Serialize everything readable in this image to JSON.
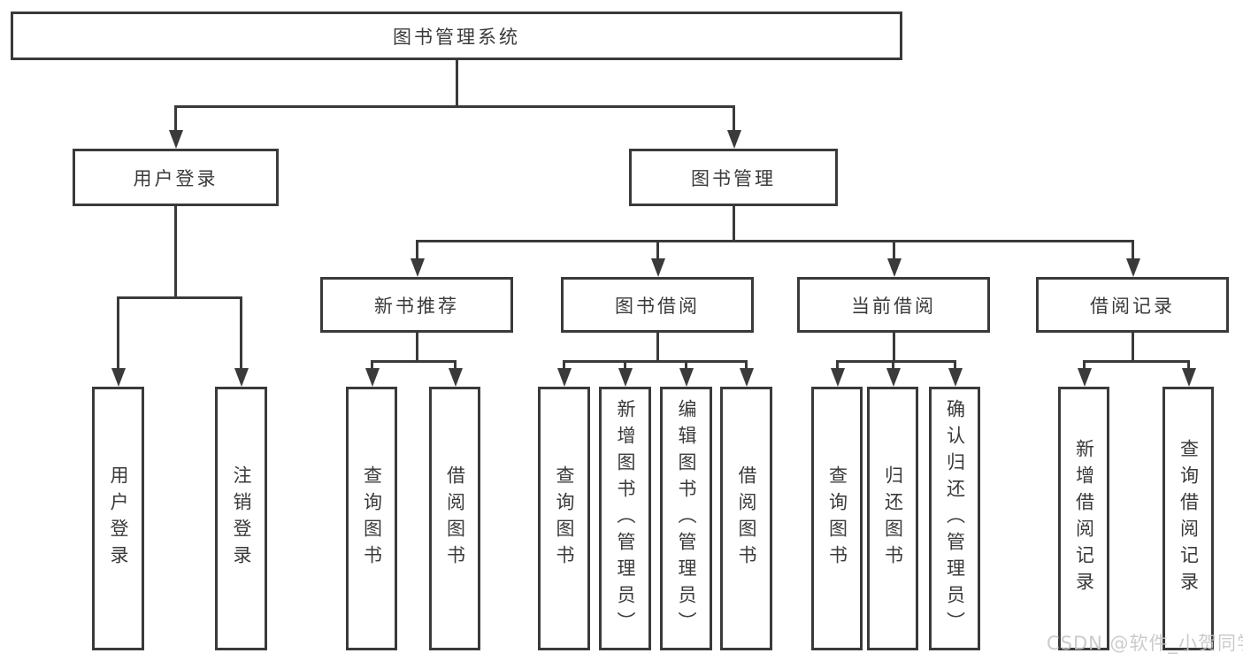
{
  "tree": {
    "label": "图书管理系统",
    "children": [
      {
        "label": "用户登录",
        "children": [
          {
            "label": "用户登录"
          },
          {
            "label": "注销登录"
          }
        ]
      },
      {
        "label": "图书管理",
        "children": [
          {
            "label": "新书推荐",
            "children": [
              {
                "label": "查询图书"
              },
              {
                "label": "借阅图书"
              }
            ]
          },
          {
            "label": "图书借阅",
            "children": [
              {
                "label": "查询图书"
              },
              {
                "label": "新增图书（管理员）"
              },
              {
                "label": "编辑图书（管理员）"
              },
              {
                "label": "借阅图书"
              }
            ]
          },
          {
            "label": "当前借阅",
            "children": [
              {
                "label": "查询图书"
              },
              {
                "label": "归还图书"
              },
              {
                "label": "确认归还（管理员）"
              }
            ]
          },
          {
            "label": "借阅记录",
            "children": [
              {
                "label": "新增借阅记录"
              },
              {
                "label": "查询借阅记录"
              }
            ]
          }
        ]
      }
    ]
  },
  "watermark": {
    "text": "CSDN @软件_小贺同学"
  },
  "colors": {
    "line": "#3a3a3a",
    "text": "#3a3a3a",
    "watermark": "#c6c6c6",
    "background": "#ffffff"
  }
}
